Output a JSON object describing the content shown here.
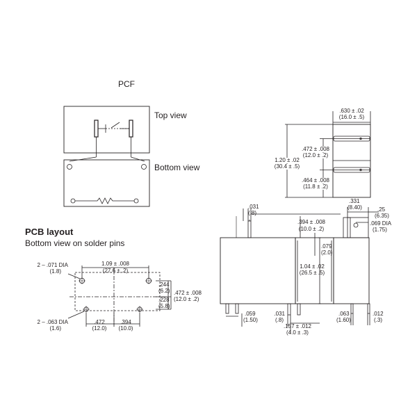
{
  "schematic": {
    "title": "PCF",
    "top_view_label": "Top view",
    "bottom_view_label": "Bottom view"
  },
  "pcb_layout": {
    "title": "PCB layout",
    "subtitle": "Bottom view on solder pins",
    "dims": {
      "hole_071_in": "2 – .071 DIA",
      "hole_071_mm": "(1.8)",
      "hole_063_in": "2 – .063 DIA",
      "hole_063_mm": "(1.6)",
      "span_109_in": "1.09 ± .008",
      "span_109_mm": "(27.6 ± .2)",
      "d244_in": ".244",
      "d244_mm": "(6.2)",
      "d228_in": ".228",
      "d228_mm": "(5.8)",
      "d472v_in": ".472 ± .008",
      "d472v_mm": "(12.0 ± .2)",
      "d472h_in": ".472",
      "d472h_mm": "(12.0)",
      "d394h_in": ".394",
      "d394h_mm": "(10.0)"
    }
  },
  "front_view": {
    "dims": {
      "d031_in": ".031",
      "d031_mm": "(.8)",
      "d394_in": ".394 ± .008",
      "d394_mm": "(10.0 ± .2)",
      "d079_in": ".079",
      "d079_mm": "(2.0)",
      "d104_in": "1.04 ± .02",
      "d104_mm": "(26.5 ± .5)",
      "d059_in": ".059",
      "d059_mm": "(1.50)",
      "d031b_in": ".031",
      "d031b_mm": "(.8)",
      "d157_in": ".157 ± .012",
      "d157_mm": "(4.0 ± .3)"
    }
  },
  "top_view": {
    "dims": {
      "d630_in": ".630 ± .02",
      "d630_mm": "(16.0 ± .5)",
      "d120_in": "1.20 ± .02",
      "d120_mm": "(30.4 ± .5)",
      "d472_in": ".472 ± .008",
      "d472_mm": "(12.0 ± .2)",
      "d464_in": ".464 ± .008",
      "d464_mm": "(11.8 ± .2)"
    }
  },
  "side_view": {
    "dims": {
      "d331_in": ".331",
      "d331_mm": "(8.40)",
      "d25_in": ".25",
      "d25_mm": "(6.35)",
      "d069_in": ".069 DIA",
      "d069_mm": "(1.75)",
      "d063_in": ".063",
      "d063_mm": "(1.60)",
      "d012_in": ".012",
      "d012_mm": "(.3)"
    }
  }
}
